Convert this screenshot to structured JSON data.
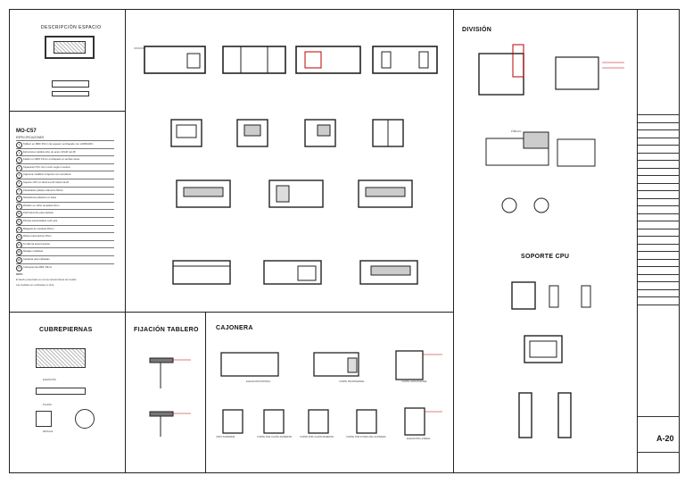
{
  "sections": {
    "detail_top": "DESCRIPCIÓN ESPACIO",
    "division": "DIVISIÓN",
    "soporte_cpu": "SOPORTE CPU",
    "cubrepiernas": "CUBREPIERNAS",
    "fijacion_tablero": "FIJACIÓN TABLERO",
    "cajonera": "CAJONERA"
  },
  "spec": {
    "code": "MO-C57",
    "subtitle": "ESPECIFICACIONES",
    "rows": [
      "Tablero en MDF 25mm de espesor enchapado con LAMINADO",
      "Estructura metálica tubo de acero 40x40 cal.18",
      "Faldón en MDF 15mm enchapado en ambas caras",
      "Tapacanto PVC 2mm color según muestra",
      "Cajonera metálica 3 cajones con cerradura",
      "Soporte CPU en lámina cold rolled cal.20",
      "Pasacables plástico diámetro 60mm",
      "Niveladores plásticos en base",
      "División en vidrio templado 6mm",
      "Perfil aluminio para división",
      "Pintura electrostática color gris",
      "Bisagras de cazoleta 35mm",
      "Rieles telescópicos 45cm",
      "Tornillería autorroscante",
      "Manijas metálicas",
      "Canaleta para cableado",
      "Cubrepiernas MDF 15mm"
    ],
    "notes_title": "NOTA:",
    "notes": [
      "El diseño presentado es con las características del mueble",
      "Las medidas son verificadas en obra"
    ]
  },
  "labels": {
    "elevacion": "ELEVACIÓN",
    "planta": "PLANTA",
    "detalle": "DETALLE",
    "publico": "PÚBLICO",
    "elev_frontal": "ELEVACIÓN FRONTAL",
    "corte_transversal": "CORTE TRANSVERSAL",
    "corte_longitudinal": "CORTE LONGITUDINAL",
    "vista_superior": "VISTA SUPERIOR",
    "corte_cajon_superior": "CORTE POR CAJÓN SUPERIOR",
    "corte_cajon_inferior": "CORTE POR CAJÓN INFERIOR",
    "corte_fondo": "CORTE POR FONDO DE CAJONERA",
    "elev_lateral": "ELEVACIÓN LATERAL"
  },
  "title_block": {
    "sheet": "A-20"
  }
}
